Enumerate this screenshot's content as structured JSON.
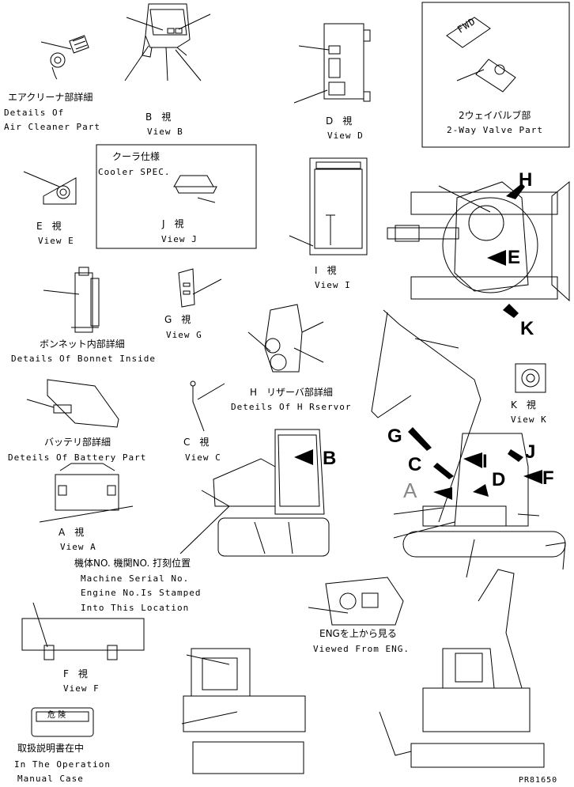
{
  "labels": {
    "air_cleaner_jp": "エアクリーナ部詳細",
    "air_cleaner_en1": "Details Of",
    "air_cleaner_en2": "Air Cleaner Part",
    "view_b_jp": "B　視",
    "view_b": "View B",
    "view_d_jp": "D　視",
    "view_d": "View D",
    "valve_jp": "2ウェイバルブ部",
    "valve_en": "2-Way Valve Part",
    "fwd": "FWD",
    "cooler_jp": "クーラ仕様",
    "cooler_en": "Cooler SPEC.",
    "view_j_jp": "J　視",
    "view_j": "View J",
    "view_e_jp": "E　視",
    "view_e": "View E",
    "view_i_jp": "I　視",
    "view_i": "View I",
    "view_g_jp": "G　視",
    "view_g": "View G",
    "bonnet_jp": "ボンネット内部詳細",
    "bonnet_en": "Details Of Bonnet Inside",
    "reservoir_jp": "H　リザーバ部詳細",
    "reservoir_en": "Deteils Of H Rservor",
    "view_k_jp": "K　視",
    "view_k": "View K",
    "battery_jp": "バッテリ部詳細",
    "battery_en": "Deteils Of Battery Part",
    "view_c_jp": "C　視",
    "view_c": "View C",
    "view_a_jp": "A　視",
    "view_a": "View A",
    "serial_jp": "機体NO. 機関NO. 打刻位置",
    "serial_en1": "Machine Serial No.",
    "serial_en2": "Engine No.Is Stamped",
    "serial_en3": "Into This Location",
    "eng_jp": "ENGを上から見る",
    "eng_en": "Viewed From ENG.",
    "view_f_jp": "F　視",
    "view_f": "View F",
    "danger_jp": "危 険",
    "manual_jp": "取扱説明書在中",
    "manual_en1": "In The Operation",
    "manual_en2": "Manual Case",
    "part_no": "PR81650"
  },
  "callouts": {
    "H": "H",
    "E": "E",
    "K": "K",
    "G": "G",
    "C": "C",
    "I": "I",
    "J": "J",
    "D": "D",
    "F": "F",
    "A": "A",
    "B": "B"
  }
}
